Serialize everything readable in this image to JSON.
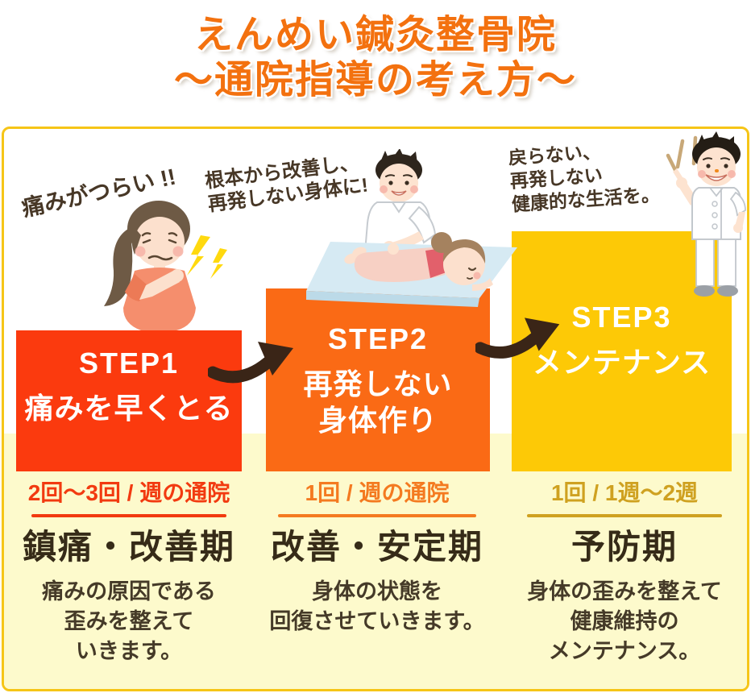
{
  "title": {
    "line1": "えんめい鍼灸整骨院",
    "line2": "～通院指導の考え方～"
  },
  "callouts": {
    "pain": [
      "痛みがつらい !!"
    ],
    "improve": [
      "根本から改善し、",
      "再発しない身体に!"
    ],
    "maintain": [
      "戻らない、",
      "再発しない",
      "健康的な生活を。"
    ]
  },
  "steps": [
    {
      "label": "STEP1",
      "block_lines": [
        "痛みを早くとる"
      ],
      "block_color": "#fb3a0e",
      "frequency": "2回～3回 / 週の通院",
      "accent_color": "#f23a10",
      "phase": "鎮痛・改善期",
      "description_lines": [
        "痛みの原因である",
        "歪みを整えて",
        "いきます。"
      ]
    },
    {
      "label": "STEP2",
      "block_lines": [
        "再発しない",
        "身体作り"
      ],
      "block_color": "#fa6a15",
      "frequency": "1回 / 週の通院",
      "accent_color": "#f47a20",
      "phase": "改善・安定期",
      "description_lines": [
        "身体の状態を",
        "回復させていきます。"
      ]
    },
    {
      "label": "STEP3",
      "block_lines": [
        "メンテナンス"
      ],
      "block_color": "#fdc906",
      "frequency": "1回 / 1週～2週",
      "accent_color": "#cfa120",
      "phase": "予防期",
      "description_lines": [
        "身体の歪みを整えて",
        "健康維持の",
        "メンテナンス。"
      ]
    }
  ],
  "colors": {
    "title_text": "#f3710f",
    "panel_border": "#f6c517",
    "panel_bg_top": "#ffffff",
    "panel_bg_bottom": "#fdfacc",
    "arrow": "#3a2517",
    "callout_text": "#473726",
    "phase_heading_text": "#362b18",
    "description_text": "#453a28",
    "step_text": "#ffffff"
  },
  "illustrations": {
    "woman": "woman-in-pain-illustration",
    "massage": "massage-treatment-illustration",
    "doctor": "practitioner-pointing-illustration"
  }
}
